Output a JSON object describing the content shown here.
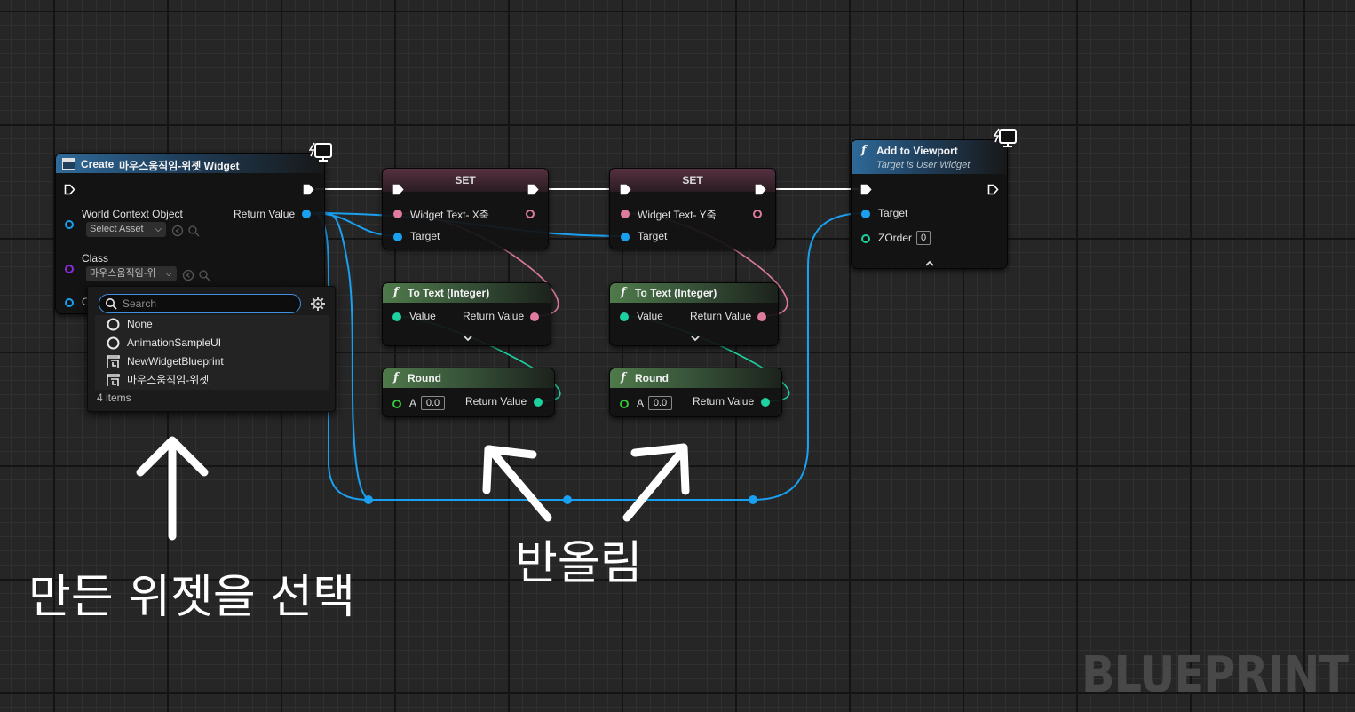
{
  "colors": {
    "exec": "#ffffff",
    "object_pin": "#1aa0f0",
    "class_pin": "#8a2be2",
    "text_pin": "#e07ba0",
    "int_pin": "#1ed1a0",
    "float_pin": "#36c43a",
    "search_border": "#3f8fe0"
  },
  "create_widget_node": {
    "title_prefix": "Create",
    "title_name": "마우스움직임-위젯 Widget",
    "world_context_label": "World Context Object",
    "world_context_value": "Select Asset",
    "return_label": "Return Value",
    "class_label": "Class",
    "class_value": "마우스움직임-위",
    "owning_player_letter": "O",
    "icons": [
      "widget-blueprint-icon",
      "server-client-icon",
      "browse-arrow-icon",
      "search-asset-icon"
    ]
  },
  "class_dropdown": {
    "search_placeholder": "Search",
    "items": [
      {
        "label": "None",
        "icon": "circle-icon"
      },
      {
        "label": "AnimationSampleUI",
        "icon": "circle-icon"
      },
      {
        "label": "NewWidgetBlueprint",
        "icon": "widget-blueprint-icon"
      },
      {
        "label": "마우스움직임-위젯",
        "icon": "widget-blueprint-icon"
      }
    ],
    "count_text": "4 items",
    "settings_icon": "gear-icon"
  },
  "set_node_x": {
    "title": "SET",
    "input_label": "Widget Text- X축",
    "target_label": "Target"
  },
  "set_node_y": {
    "title": "SET",
    "input_label": "Widget Text- Y축",
    "target_label": "Target"
  },
  "to_text_x": {
    "title": "To Text (Integer)",
    "value_label": "Value",
    "return_label": "Return Value"
  },
  "to_text_y": {
    "title": "To Text (Integer)",
    "value_label": "Value",
    "return_label": "Return Value"
  },
  "round_x": {
    "title": "Round",
    "a_label": "A",
    "a_value": "0.0",
    "return_label": "Return Value"
  },
  "round_y": {
    "title": "Round",
    "a_label": "A",
    "a_value": "0.0",
    "return_label": "Return Value"
  },
  "add_to_viewport": {
    "title": "Add to Viewport",
    "subtitle": "Target is User Widget",
    "target_label": "Target",
    "zorder_label": "ZOrder",
    "zorder_value": "0"
  },
  "annotations": {
    "select_widget": "만든 위젯을 선택",
    "rounding": "반올림"
  },
  "watermark": "BLUEPRINT"
}
